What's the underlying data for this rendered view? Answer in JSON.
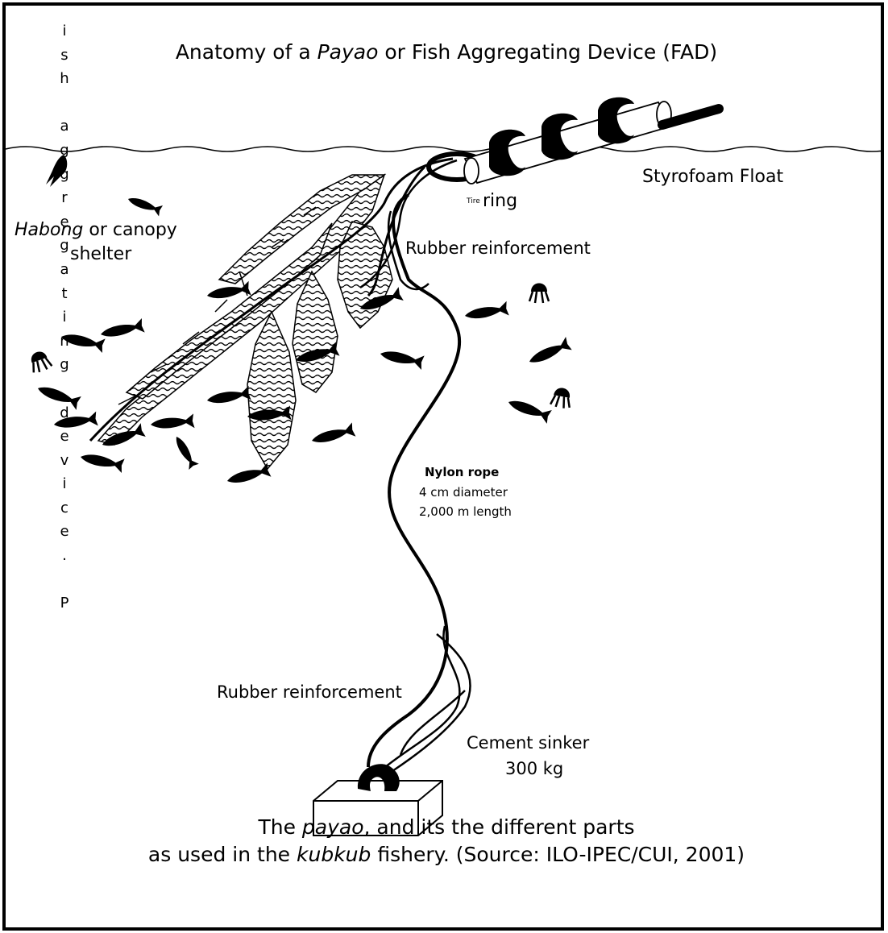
{
  "diagram": {
    "title_pre": "Anatomy of a ",
    "title_italic": "Payao",
    "title_post": " or Fish Aggregating Device (FAD)",
    "labels": {
      "styrofoam_float": "Styrofoam Float",
      "tire_small": "Tire",
      "tire_ring": "ring",
      "habong_italic": "Habong",
      "habong_rest": " or  canopy",
      "shelter": "shelter",
      "rubber_top": "Rubber reinforcement",
      "nylon_rope": "Nylon rope",
      "rope_diameter": "4 cm diameter",
      "rope_length": "2,000 m length",
      "rubber_bottom": "Rubber reinforcement",
      "cement_sinker": "Cement sinker",
      "sinker_weight": "300 kg"
    },
    "caption_line1_pre": "The ",
    "caption_line1_italic": "payao",
    "caption_line1_post": ", and its the different parts",
    "caption_line2_pre": "as used in the ",
    "caption_line2_italic": "kubkub",
    "caption_line2_post": " fishery. (Source: ILO-IPEC/CUI, 2001)",
    "vertical_text": [
      "i",
      "s",
      "h",
      "",
      "a",
      "g",
      "g",
      "r",
      "e",
      "g",
      "a",
      "t",
      "i",
      "n",
      "g",
      "",
      "d",
      "e",
      "v",
      "i",
      "c",
      "e",
      ".",
      "",
      "P"
    ],
    "colors": {
      "ink": "#000000",
      "background": "#ffffff"
    }
  }
}
